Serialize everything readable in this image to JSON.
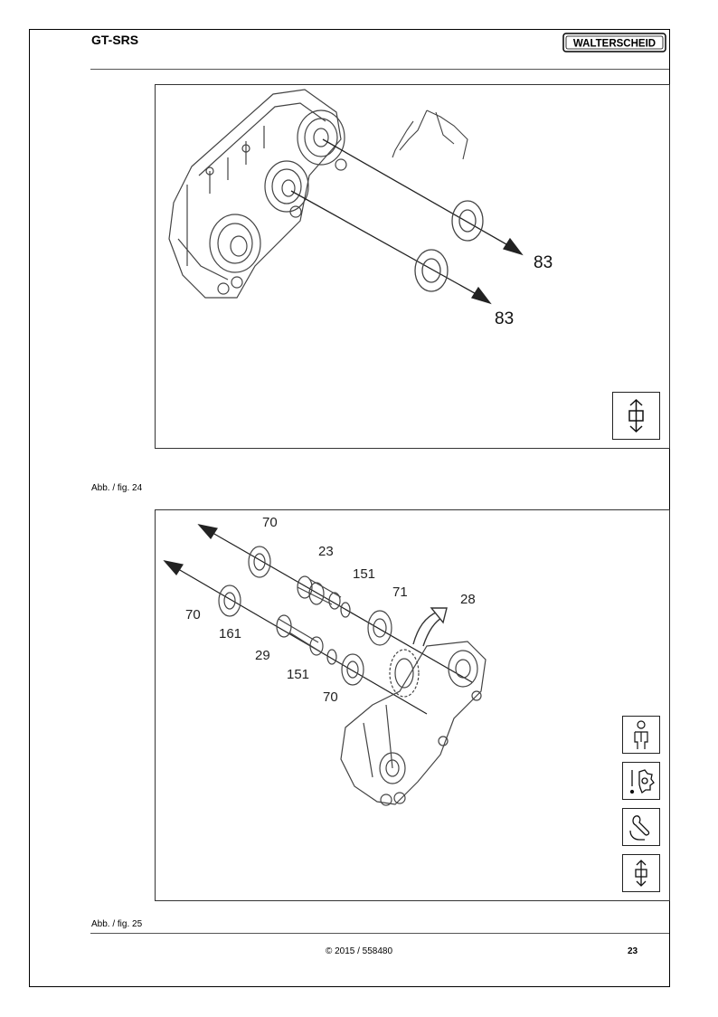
{
  "header": {
    "doc_title": "GT-SRS",
    "brand": "WALTERSCHEID"
  },
  "figures": [
    {
      "caption": "Abb. / fig. 24",
      "callouts": [
        "83",
        "83"
      ],
      "icons": [
        "lift-arrow-icon"
      ]
    },
    {
      "caption": "Abb. / fig. 25",
      "callouts": [
        "70",
        "23",
        "151",
        "71",
        "28",
        "70",
        "161",
        "29",
        "151",
        "70"
      ],
      "icons": [
        "mechanic-icon",
        "warning-gear-icon",
        "wrench-hand-icon",
        "lift-arrow-icon"
      ]
    }
  ],
  "footer": {
    "copyright": "© 2015 / 558480",
    "page_number": "23"
  },
  "colors": {
    "line": "#222222",
    "drawing": "#555555"
  }
}
